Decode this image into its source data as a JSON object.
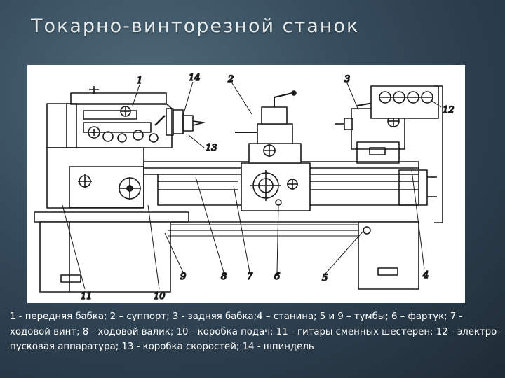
{
  "slide": {
    "title": "Токарно-винторезной станок",
    "caption": "1 - передняя бабка; 2 – суппорт; 3 - задняя бабка;4 – станина; 5 и 9 – тумбы; 6 – фартук; 7 - ходовой винт; 8 - ходовой валик; 10 - коробка подач; 11 - гитары сменных шестерен; 12 - электро-пусковая аппаратура; 13 - коробка скоростей; 14 - шпиндель"
  },
  "figure": {
    "callouts": {
      "c1": "1",
      "c14": "14",
      "c2": "2",
      "c3": "3",
      "c12": "12",
      "c13": "13",
      "c4": "4",
      "c5": "5",
      "c6": "6",
      "c7": "7",
      "c8": "8",
      "c9": "9",
      "c10": "10",
      "c11": "11"
    }
  }
}
